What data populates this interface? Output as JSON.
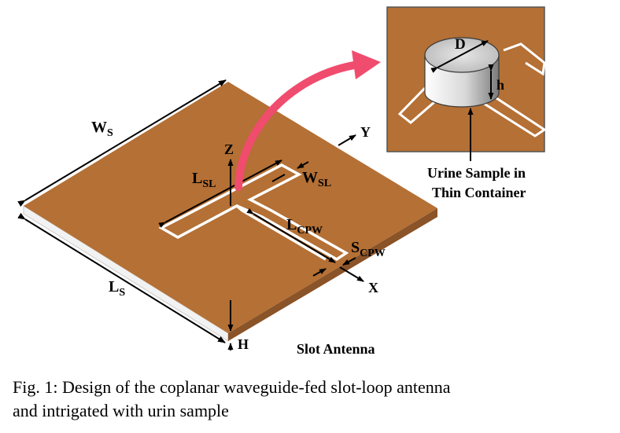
{
  "labels": {
    "ws_main": "W",
    "ws_sub": "S",
    "ls_main": "L",
    "ls_sub": "S",
    "h": "H",
    "z": "Z",
    "y": "Y",
    "x": "X",
    "lsl_main": "L",
    "lsl_sub": "SL",
    "wsl_main": "W",
    "wsl_sub": "SL",
    "lcpw_main": "L",
    "lcpw_sub": "CPW",
    "scpw_main": "S",
    "scpw_sub": "CPW",
    "d": "D",
    "h_small": "h",
    "antenna": "Slot Antenna",
    "sample_line1": "Urine Sample in",
    "sample_line2": "Thin Container"
  },
  "caption": {
    "line1": "Fig. 1: Design of the coplanar waveguide-fed slot-loop antenna",
    "line2": "and intrigated with urin sample"
  },
  "colors": {
    "substrate": "#B47035",
    "substrate_edge": "#8A5328",
    "slot": "#FFFFFF",
    "curved_arrow": "#F04C6E",
    "inset_border": "#555555"
  }
}
